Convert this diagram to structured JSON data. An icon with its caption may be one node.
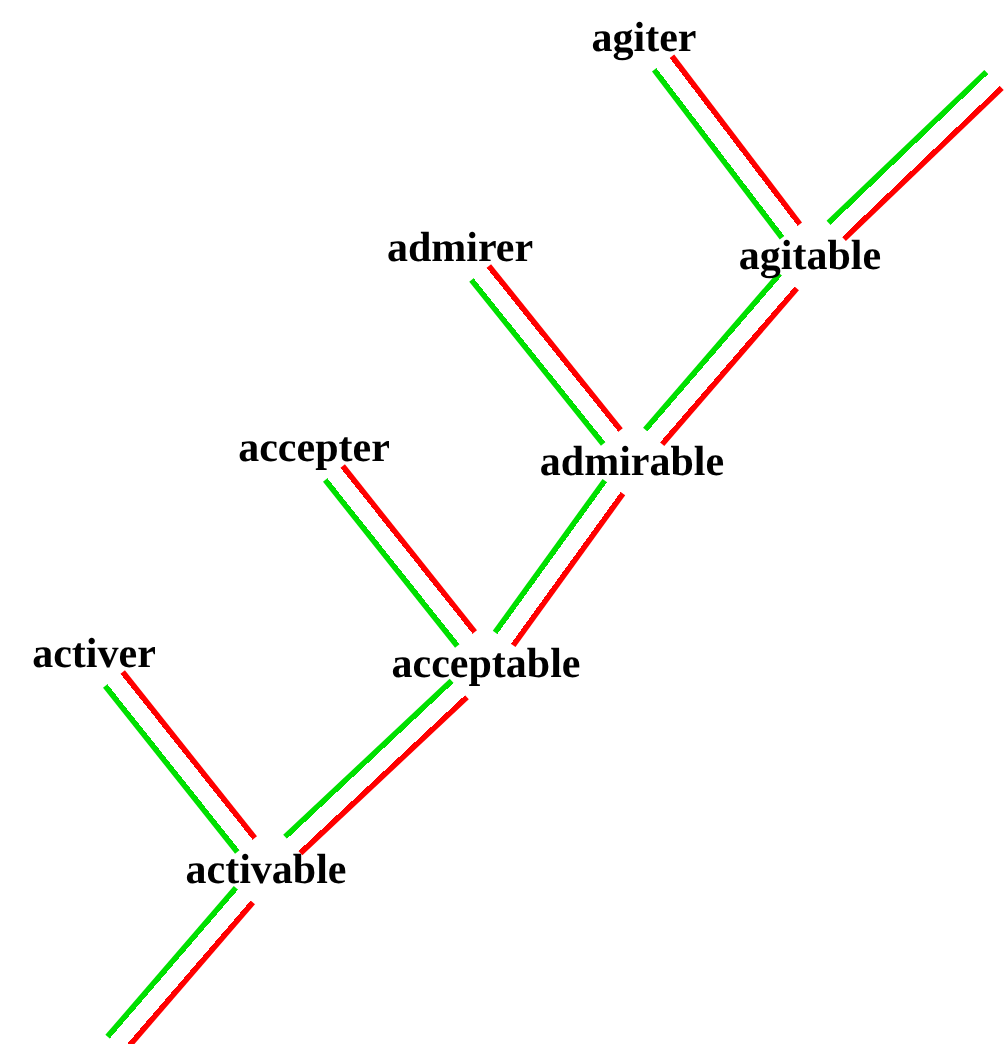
{
  "diagram": {
    "nodes": [
      {
        "text": [
          "agiter"
        ]
      },
      {
        "text": [
          "agitable"
        ]
      },
      {
        "text": [
          "admirer"
        ]
      },
      {
        "text": [
          "admirable"
        ]
      },
      {
        "text": [
          "accepter"
        ]
      },
      {
        "text": [
          "acceptable"
        ]
      },
      {
        "text": [
          "activer"
        ]
      },
      {
        "text": [
          "activable"
        ]
      }
    ],
    "edges": [
      {
        "from": 0,
        "to": 1,
        "arrow": "none"
      },
      {
        "from": 2,
        "to": 3,
        "arrow": "none"
      },
      {
        "from": 4,
        "to": 5,
        "arrow": "none"
      },
      {
        "from": 6,
        "to": 7,
        "arrow": "none"
      },
      {
        "from": null,
        "to": 7,
        "arrow": "none"
      },
      {
        "from": 7,
        "to": 5,
        "arrow": "none"
      },
      {
        "from": 5,
        "to": 3,
        "arrow": "none"
      },
      {
        "from": 3,
        "to": 1,
        "arrow": "none"
      },
      {
        "from": 1,
        "to": null,
        "arrow": "none"
      }
    ]
  }
}
